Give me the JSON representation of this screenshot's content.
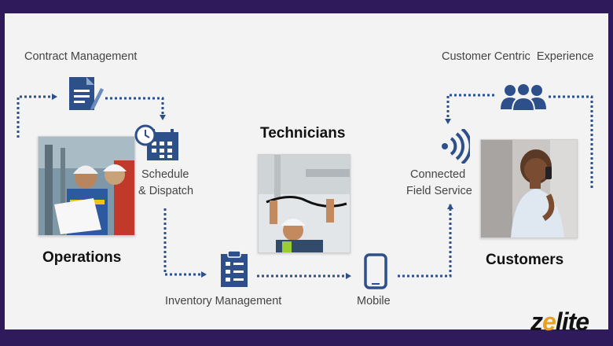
{
  "labels": {
    "contract": "Contract Management",
    "schedule_line1": "Schedule",
    "schedule_line2": "& Dispatch",
    "inventory": "Inventory Management",
    "mobile": "Mobile",
    "connected_line1": "Connected",
    "connected_line2": "Field Service",
    "customer_exp": "Customer Centric  Experience"
  },
  "headings": {
    "technicians": "Technicians",
    "operations": "Operations",
    "customers": "Customers"
  },
  "logo": {
    "text_start": "z",
    "text_accent": "e",
    "text_end": "lite"
  },
  "icons": {
    "contract": "document-pen-icon",
    "schedule": "calendar-clock-icon",
    "inventory": "clipboard-checklist-icon",
    "mobile": "smartphone-icon",
    "connected": "wireless-signal-icon",
    "customers": "people-group-icon"
  },
  "colors": {
    "frame": "#2f1a5c",
    "panel": "#f3f3f3",
    "icon_blue": "#2d4f8a",
    "logo_accent": "#e8a21a"
  }
}
